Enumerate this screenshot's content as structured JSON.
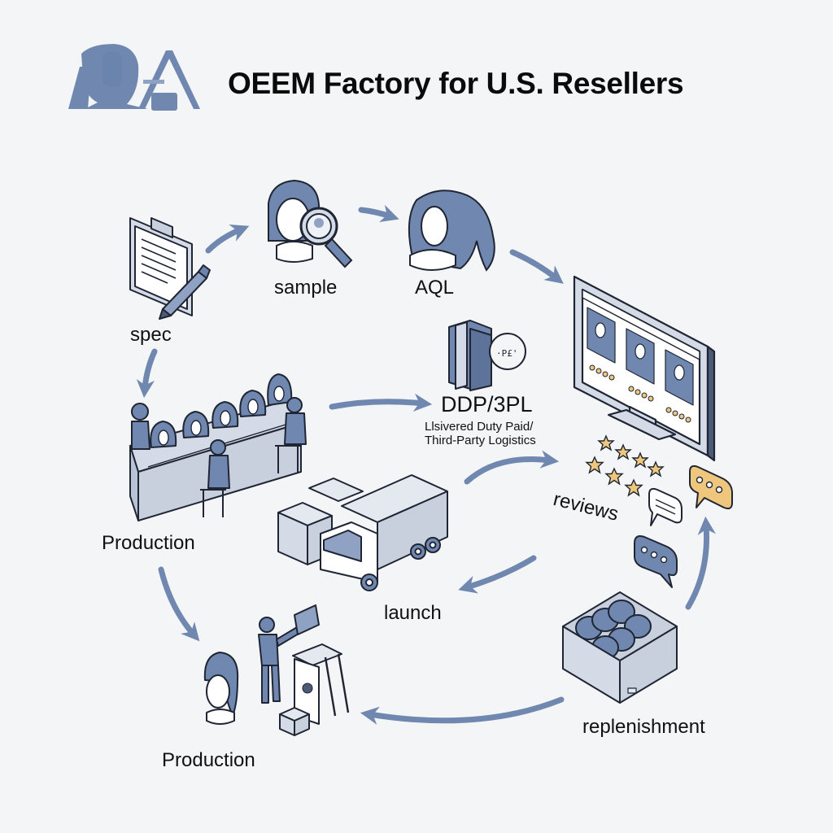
{
  "header": {
    "logo_text": "IQA",
    "title": "OEEM Factory for U.S. Resellers"
  },
  "colors": {
    "accent_blue": "#7088b0",
    "line_dark": "#1f2533",
    "fill_light": "#d5dbe6",
    "star_gold": "#eec77d",
    "background": "#f4f5f6"
  },
  "steps": [
    {
      "id": "spec",
      "label": "spec",
      "icon": "clipboard-pen-icon"
    },
    {
      "id": "sample",
      "label": "sample",
      "icon": "mannequin-magnifier-icon"
    },
    {
      "id": "aql",
      "label": "AQL",
      "icon": "wig-mannequin-icon"
    },
    {
      "id": "production-line",
      "label": "Production",
      "icon": "assembly-line-icon"
    },
    {
      "id": "ddp",
      "label": "DDP/3PL",
      "sublabel_line1": "Llsivered Duty Paid/",
      "sublabel_line2": "Third-Party Logistics",
      "icon": "packing-machine-icon"
    },
    {
      "id": "reviews",
      "label": "reviews",
      "icon": "monitor-stars-icon"
    },
    {
      "id": "launch",
      "label": "launch",
      "icon": "truck-boxes-icon"
    },
    {
      "id": "replenishment",
      "label": "replenishment",
      "icon": "box-of-wigs-icon"
    },
    {
      "id": "production-packing",
      "label": "Production",
      "icon": "worker-packing-icon"
    }
  ],
  "flow_arrows": [
    {
      "from": "spec",
      "to": "sample"
    },
    {
      "from": "sample",
      "to": "aql"
    },
    {
      "from": "aql",
      "to": "reviews"
    },
    {
      "from": "spec",
      "to": "production-line"
    },
    {
      "from": "production-line",
      "to": "ddp"
    },
    {
      "from": "launch",
      "to": "reviews"
    },
    {
      "from": "reviews",
      "to": "launch"
    },
    {
      "from": "replenishment",
      "to": "reviews"
    },
    {
      "from": "production-line",
      "to": "production-packing"
    },
    {
      "from": "replenishment",
      "to": "production-packing"
    }
  ],
  "monitor": {
    "product_cards": 3,
    "rating_dots_per_card": 4
  },
  "review_stars": 7
}
